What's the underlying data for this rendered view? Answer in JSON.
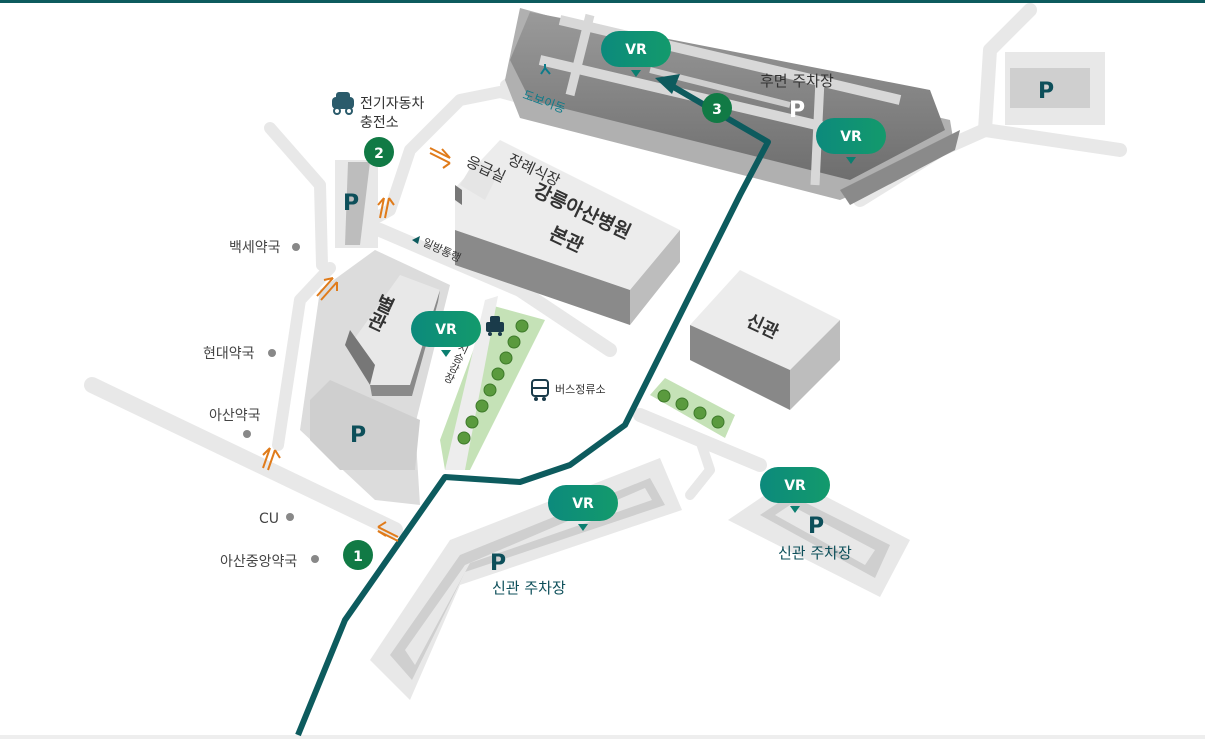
{
  "buildings": {
    "main_name": "강릉아산병원",
    "main_sub": "본관",
    "funeral": "장례식장",
    "emergency": "응급실",
    "annex": "별관",
    "new_building": "신관"
  },
  "parking": {
    "symbol": "P",
    "rear_label": "후면 주차장",
    "new_label_1": "신관 주차장",
    "new_label_2": "신관 주차장"
  },
  "vr_label": "VR",
  "markers": {
    "m1": "1",
    "m2": "2",
    "m3": "3"
  },
  "facilities": {
    "ev_line1": "전기자동차",
    "ev_line2": "충전소",
    "walkway": "도보이동",
    "one_way": "일방통행",
    "taxi": "택시승강장",
    "bus": "버스정류소"
  },
  "pharmacies": [
    "백세약국",
    "현대약국",
    "아산약국",
    "CU",
    "아산중앙약국"
  ],
  "colors": {
    "route": "#0d5b5e",
    "vr_a": "#1a8f7a",
    "vr_b": "#0b7f70",
    "marker": "#117a45",
    "arrow": "#e07b1a",
    "road": "#e8e8e8",
    "top_rule": "#0d5b5e"
  }
}
